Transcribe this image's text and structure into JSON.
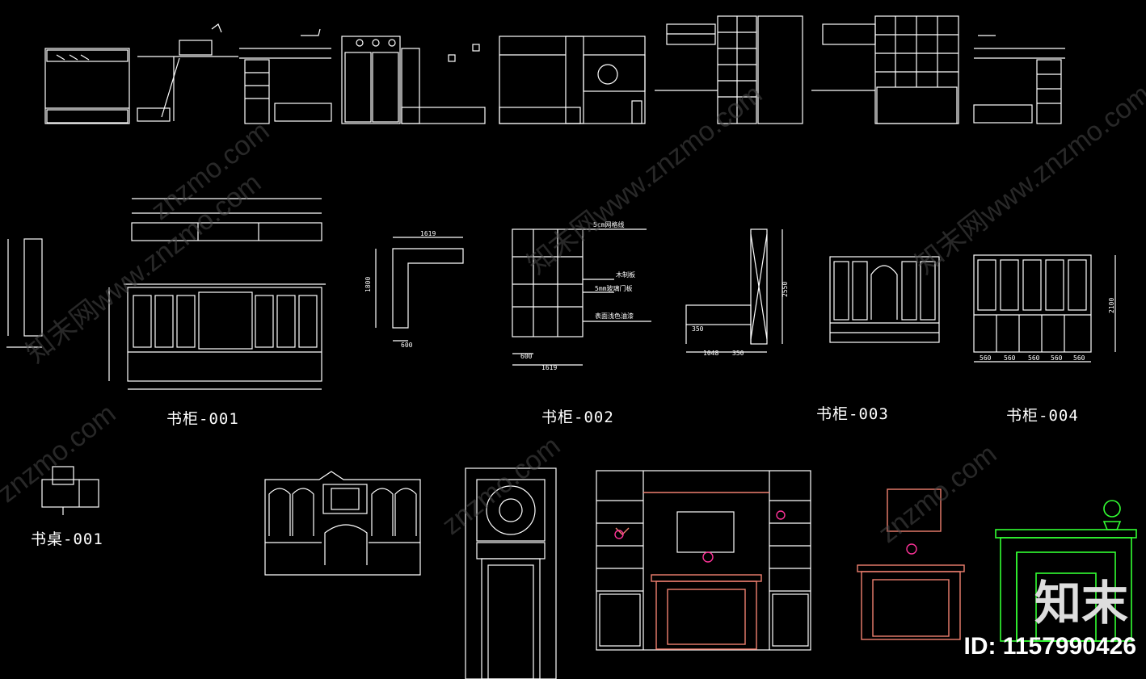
{
  "labels": {
    "cab1": "书柜-001",
    "cab2": "书柜-002",
    "cab3": "书柜-003",
    "cab4": "书柜-004",
    "desk1": "书桌-001"
  },
  "notes": {
    "glass_door": "5cm网格线",
    "wood_board": "木制板",
    "glass_5mm": "5mm玻璃门板",
    "panel": "表面浅色油漆"
  },
  "dims": {
    "total_w": "1619",
    "depth": "600",
    "h1": "1800",
    "h2": "2550",
    "h3": "2100",
    "w4": "560",
    "d1": "1048",
    "d2": "350"
  },
  "watermark": "znzmo.com",
  "watermark_cn": "知末网www.znzmo.com",
  "brand": "知末",
  "id_label": "ID: 1157990426",
  "colors": {
    "line": "#ffffff",
    "salmon": "#f08070",
    "green": "#33ff33",
    "magenta": "#ff3399"
  }
}
